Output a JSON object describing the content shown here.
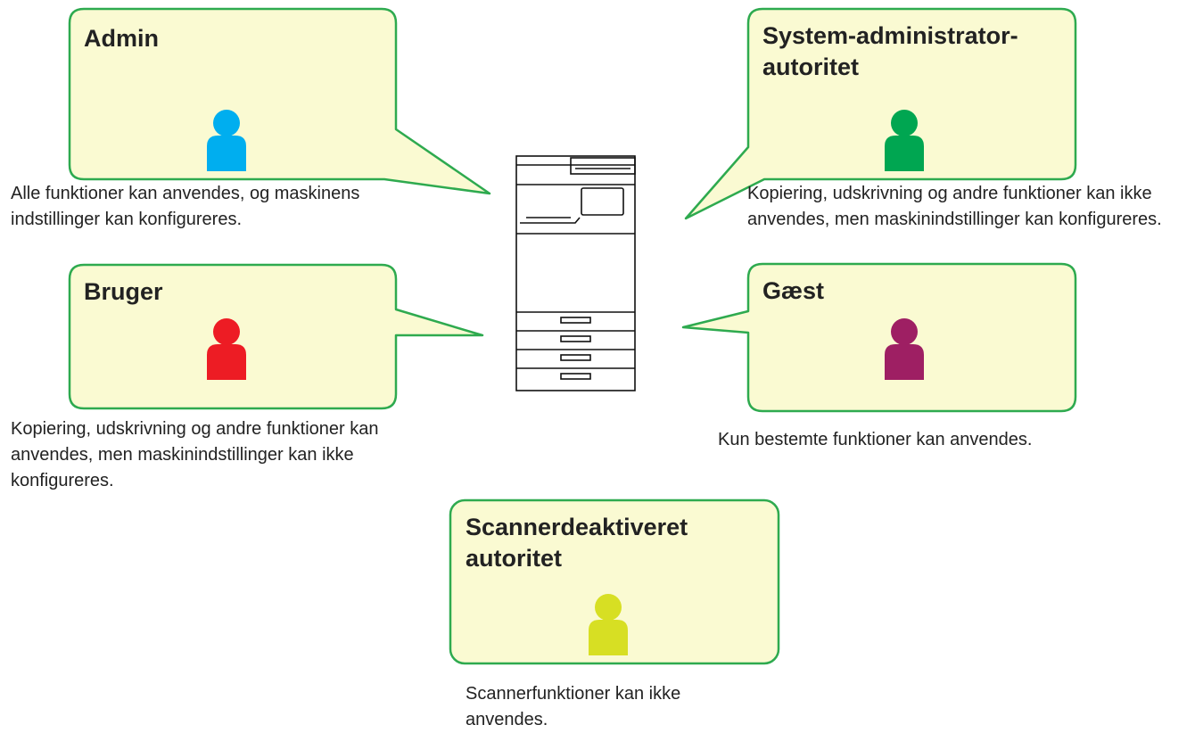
{
  "colors": {
    "bubble_fill": "#fafad2",
    "bubble_border": "#2eaa4f",
    "printer_stroke": "#111111"
  },
  "roles": [
    {
      "key": "admin",
      "title_lines": [
        "Admin"
      ],
      "icon": "person-icon",
      "icon_color": "#00aeef",
      "description": "Alle funktioner kan anvendes, og maskinens indstillinger kan konfigureres."
    },
    {
      "key": "system-admin",
      "title_lines": [
        "System-administrator-",
        "autoritet"
      ],
      "icon": "person-icon",
      "icon_color": "#00a651",
      "description": "Kopiering, udskrivning og andre funktioner kan ikke anvendes, men maskinindstillinger kan konfigureres."
    },
    {
      "key": "user",
      "title_lines": [
        "Bruger"
      ],
      "icon": "person-icon",
      "icon_color": "#ed1c24",
      "description": "Kopiering, udskrivning og andre funktioner kan anvendes, men maskinindstillinger kan ikke konfigureres."
    },
    {
      "key": "guest",
      "title_lines": [
        "Gæst"
      ],
      "icon": "person-icon",
      "icon_color": "#9e1f63",
      "description": "Kun bestemte funktioner kan anvendes."
    },
    {
      "key": "scanner-disabled",
      "title_lines": [
        "Scannerdeaktiveret",
        "autoritet"
      ],
      "icon": "person-icon",
      "icon_color": "#d7df23",
      "description": "Scannerfunktioner kan ikke anvendes."
    }
  ],
  "printer": {
    "icon": "printer-icon"
  }
}
